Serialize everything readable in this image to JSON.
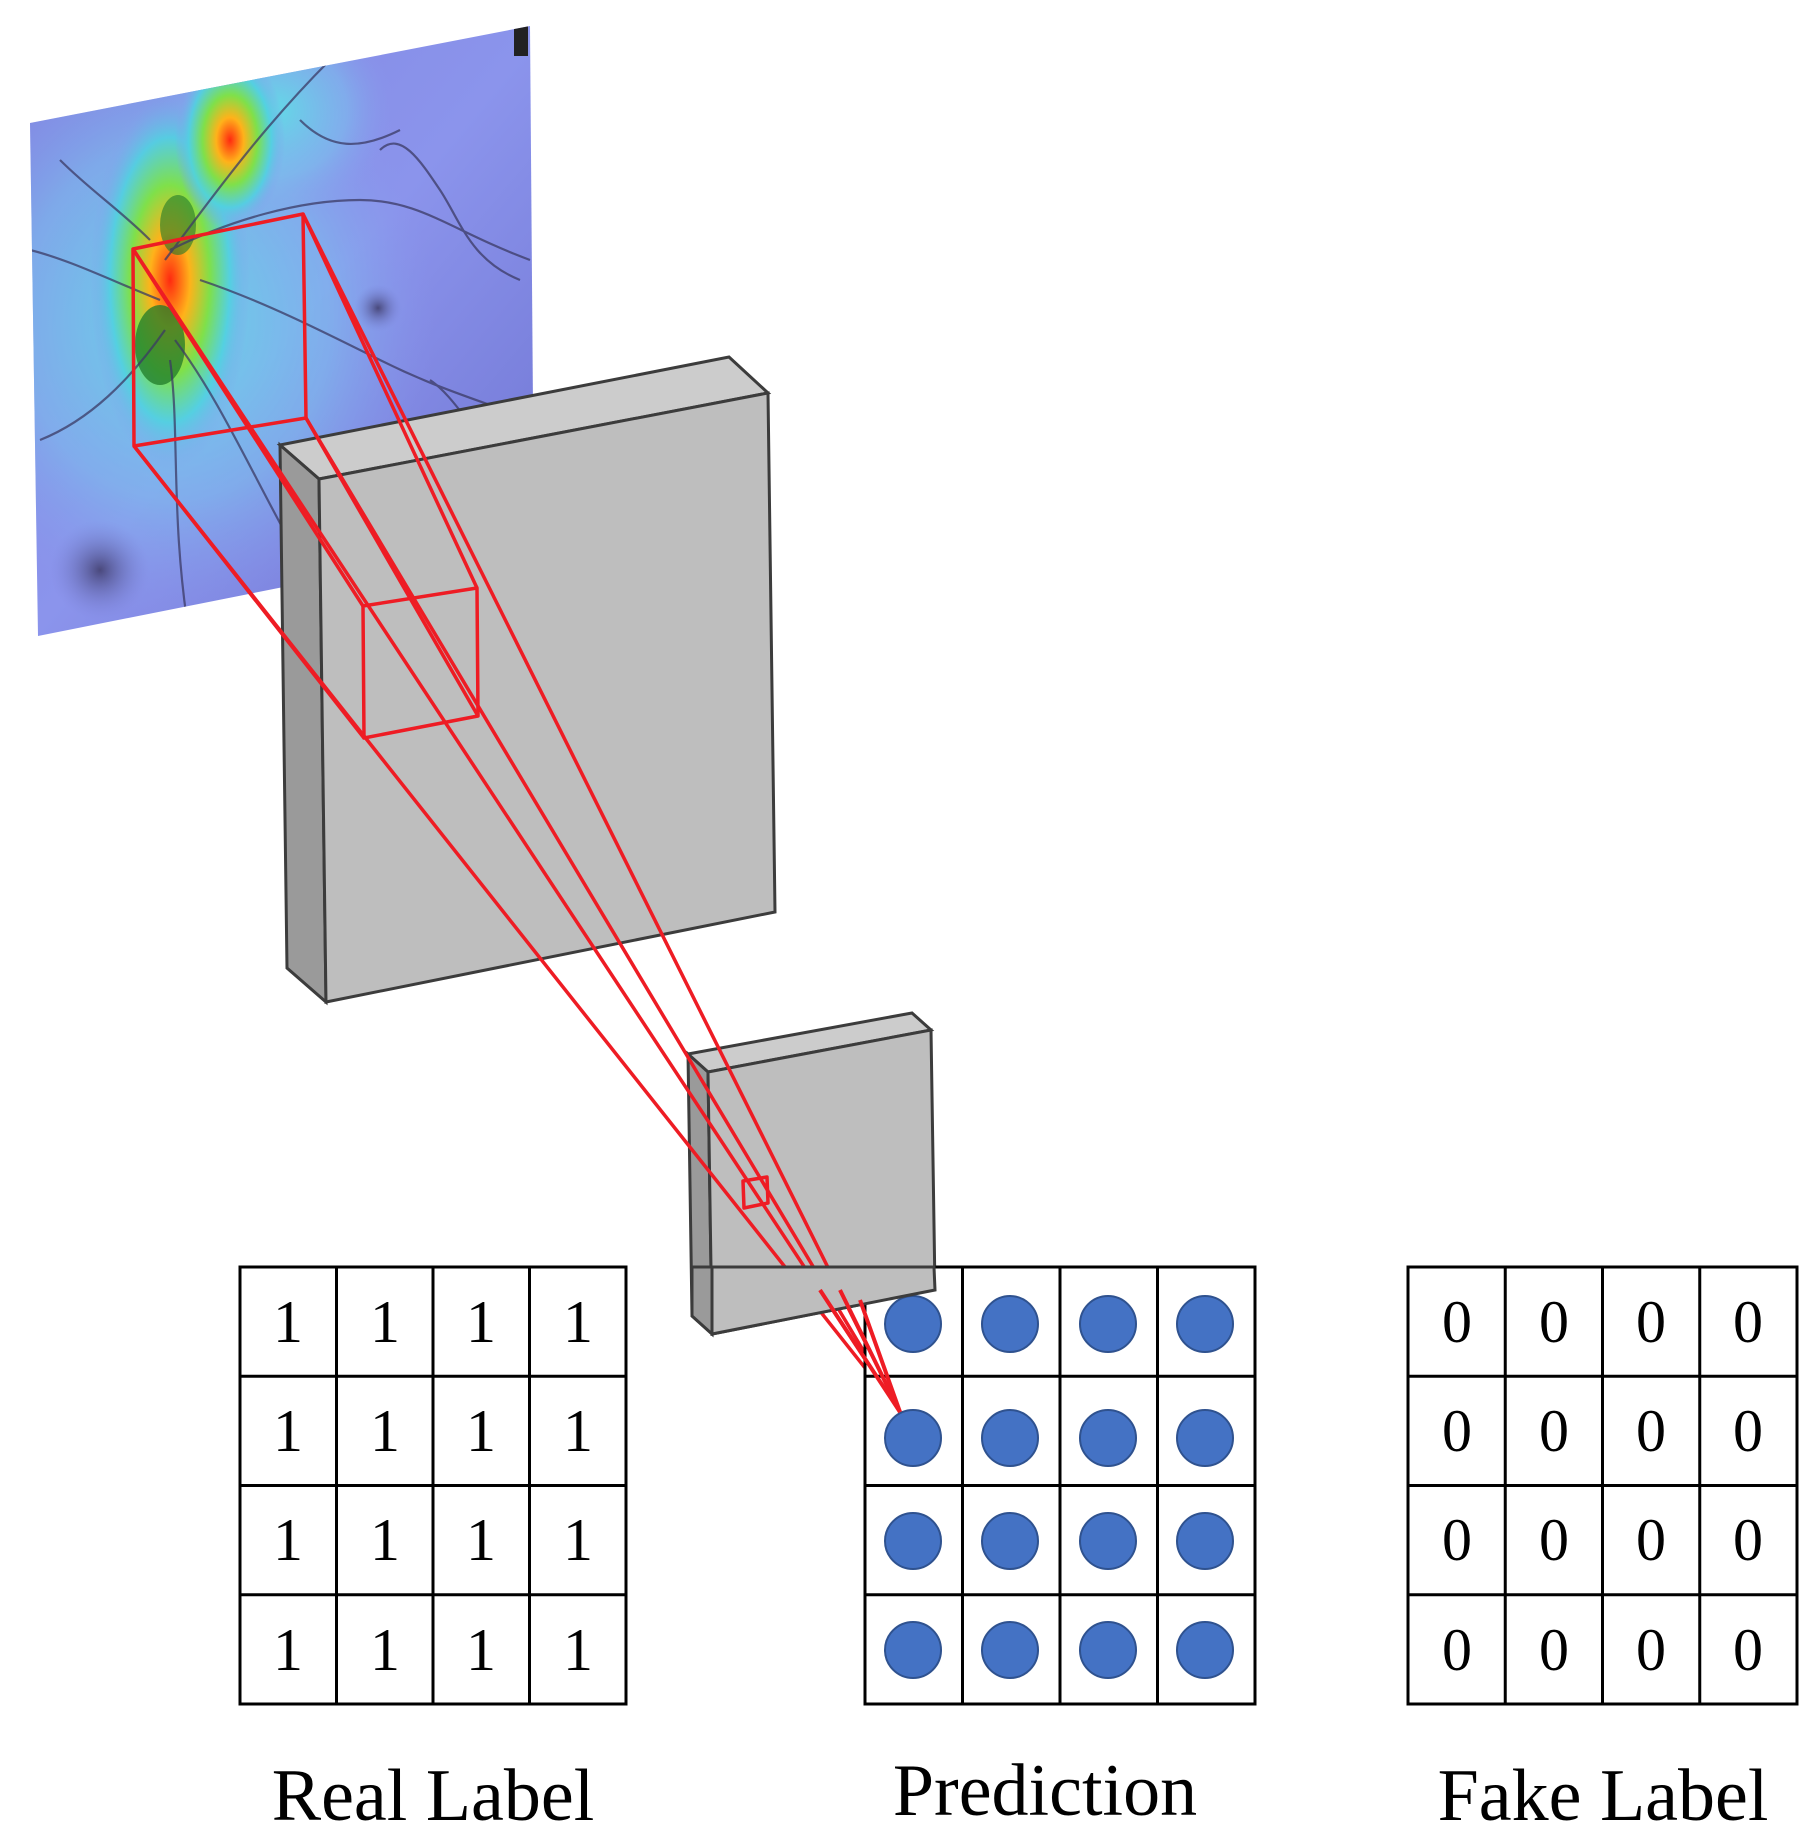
{
  "colors": {
    "background": "#ffffff",
    "box_face": "#bebebe",
    "box_side": "#9a9a9a",
    "box_top": "#cccccc",
    "box_edge": "#3c3c3c",
    "receptive_field": "#ee1c24",
    "prediction_dot": "#4472c4",
    "prediction_dot_edge": "#2f528f",
    "grid_line": "#000000"
  },
  "input_image": {
    "kind": "retinal fundus heatmap",
    "icon": "fundus-heatmap-image"
  },
  "real_label": {
    "caption": "Real Label",
    "cells": [
      [
        "1",
        "1",
        "1",
        "1"
      ],
      [
        "1",
        "1",
        "1",
        "1"
      ],
      [
        "1",
        "1",
        "1",
        "1"
      ],
      [
        "1",
        "1",
        "1",
        "1"
      ]
    ]
  },
  "prediction": {
    "caption": "Prediction",
    "rows": 4,
    "cols": 4,
    "cell_marker": "filled-circle-icon"
  },
  "fake_label": {
    "caption": "Fake Label",
    "cells": [
      [
        "0",
        "0",
        "0",
        "0"
      ],
      [
        "0",
        "0",
        "0",
        "0"
      ],
      [
        "0",
        "0",
        "0",
        "0"
      ],
      [
        "0",
        "0",
        "0",
        "0"
      ]
    ]
  }
}
